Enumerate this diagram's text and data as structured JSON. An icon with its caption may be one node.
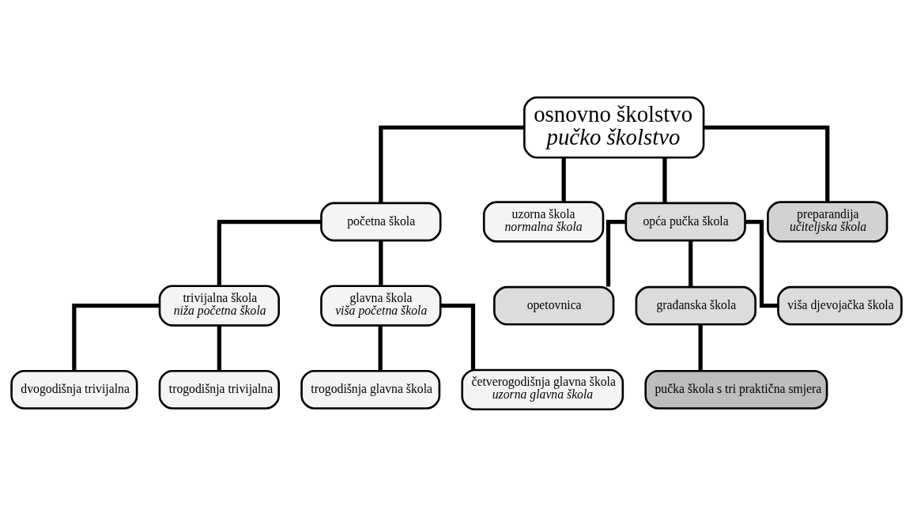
{
  "diagram": {
    "nodes": [
      {
        "text": [
          "osnovno školstvo",
          "pučko školstvo"
        ]
      },
      {
        "text": [
          "početna škola"
        ]
      },
      {
        "text": [
          "uzorna škola",
          "normalna škola"
        ]
      },
      {
        "text": [
          "opća pučka škola"
        ]
      },
      {
        "text": [
          "preparandija",
          "učiteljska škola"
        ]
      },
      {
        "text": [
          "trivijalna škola",
          "niža početna škola"
        ]
      },
      {
        "text": [
          "glavna škola",
          "viša početna škola"
        ]
      },
      {
        "text": [
          "opetovnica"
        ]
      },
      {
        "text": [
          "građanska škola"
        ]
      },
      {
        "text": [
          "viša djevojačka škola"
        ]
      },
      {
        "text": [
          "dvogodišnja trivijalna"
        ]
      },
      {
        "text": [
          "trogodišnja trivijalna"
        ]
      },
      {
        "text": [
          "trogodišnja glavna škola"
        ]
      },
      {
        "text": [
          "četverogodišnja glavna škola",
          "uzorna glavna škola"
        ]
      },
      {
        "text": [
          "pučka škola s tri praktična smjera"
        ]
      }
    ],
    "edges": [
      {
        "from": 0,
        "to": 1,
        "arrow": "none"
      },
      {
        "from": 0,
        "to": 2,
        "arrow": "none"
      },
      {
        "from": 0,
        "to": 3,
        "arrow": "none"
      },
      {
        "from": 0,
        "to": 4,
        "arrow": "none"
      },
      {
        "from": 1,
        "to": 5,
        "arrow": "none"
      },
      {
        "from": 1,
        "to": 6,
        "arrow": "none"
      },
      {
        "from": 3,
        "to": 7,
        "arrow": "none"
      },
      {
        "from": 3,
        "to": 8,
        "arrow": "none"
      },
      {
        "from": 3,
        "to": 9,
        "arrow": "none"
      },
      {
        "from": 5,
        "to": 10,
        "arrow": "none"
      },
      {
        "from": 5,
        "to": 11,
        "arrow": "none"
      },
      {
        "from": 6,
        "to": 12,
        "arrow": "none"
      },
      {
        "from": 6,
        "to": 13,
        "arrow": "none"
      },
      {
        "from": 8,
        "to": 14,
        "arrow": "none"
      }
    ]
  }
}
